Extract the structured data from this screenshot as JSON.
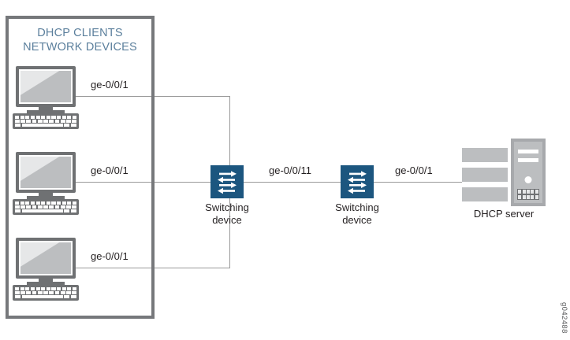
{
  "diagram": {
    "type": "network-topology",
    "watermark": "g042488",
    "colors": {
      "group_border": "#76787b",
      "group_title": "#5b7f9c",
      "switch_fill": "#1c567f",
      "device_gray": "#6f7173",
      "screen_light": "#e6e7e8",
      "screen_mid": "#bcbec0",
      "line": "#9a9a9a",
      "text": "#231f20"
    }
  },
  "group": {
    "title": "DHCP CLIENTS\nNETWORK DEVICES",
    "clients": [
      {
        "icon": "desktop-computer-icon",
        "port_label": "ge-0/0/1"
      },
      {
        "icon": "desktop-computer-icon",
        "port_label": "ge-0/0/1"
      },
      {
        "icon": "desktop-computer-icon",
        "port_label": "ge-0/0/1"
      }
    ]
  },
  "nodes": {
    "switch1": {
      "icon": "switch-icon",
      "label": "Switching\ndevice"
    },
    "switch2": {
      "icon": "switch-icon",
      "label": "Switching\ndevice"
    },
    "server": {
      "icon": "server-icon",
      "label": "DHCP server"
    }
  },
  "links": {
    "switch1_to_switch2": "ge-0/0/11",
    "switch2_to_server": "ge-0/0/1"
  }
}
